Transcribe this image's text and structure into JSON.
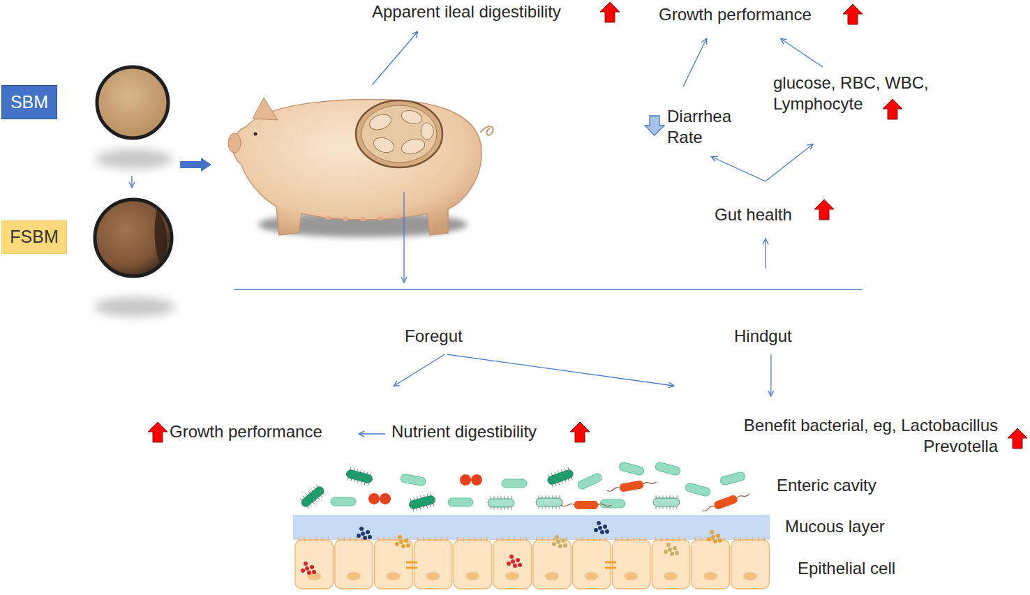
{
  "diagram": {
    "nodes": [
      {
        "text": [
          "SBM"
        ]
      },
      {
        "text": [
          "FSBM"
        ]
      },
      {
        "text": [
          "Growth performance"
        ]
      },
      {
        "text": [
          "glucose, RBC, WBC, Lymphocyte"
        ]
      },
      {
        "text": [
          "Diarrhea Rate"
        ]
      },
      {
        "text": [
          "Gut health"
        ]
      },
      {
        "text": [
          "Foregut"
        ]
      },
      {
        "text": [
          "Hindgut"
        ]
      },
      {
        "text": [
          "Growth performance"
        ]
      },
      {
        "text": [
          "Nutrient digestibility"
        ]
      },
      {
        "text": [
          "Benefit bacterial, eg, Lactobacillus Prevotella"
        ]
      }
    ],
    "edges": [
      {
        "from": 0,
        "to": 1,
        "arrow": "to"
      },
      {
        "from": 4,
        "to": 2,
        "arrow": "to"
      },
      {
        "from": 3,
        "to": 2,
        "arrow": "to"
      },
      {
        "from": 5,
        "to": 4,
        "arrow": "to"
      },
      {
        "from": 5,
        "to": 3,
        "arrow": "to"
      },
      {
        "from": 6,
        "to": 9,
        "arrow": "to"
      },
      {
        "from": 6,
        "to": 10,
        "arrow": "to"
      },
      {
        "from": 7,
        "to": 10,
        "arrow": "to"
      },
      {
        "from": 9,
        "to": 8,
        "arrow": "to"
      }
    ],
    "labels": [
      "Apparent ileal digestibility",
      "Enteric cavity",
      "Mucous layer",
      "Epithelial cell"
    ]
  }
}
